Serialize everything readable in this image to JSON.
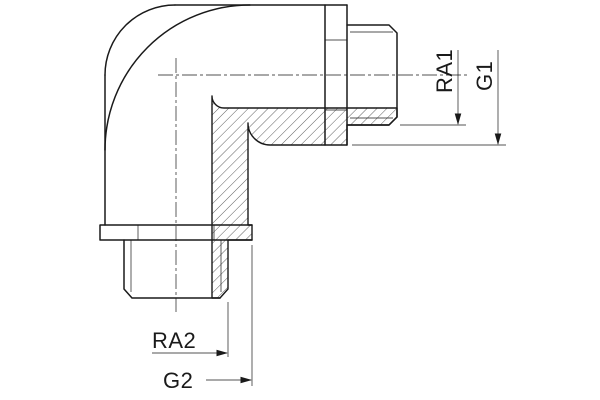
{
  "drawing": {
    "type": "technical-drawing",
    "description": "90 degree elbow threaded pipe fitting shown in half-section with dimension callouts",
    "background": "#ffffff",
    "line_color": "#1a1a1a",
    "dimensions": {
      "ra1": {
        "label": "RA1"
      },
      "g1": {
        "label": "G1"
      },
      "ra2": {
        "label": "RA2"
      },
      "g2": {
        "label": "G2"
      }
    }
  }
}
